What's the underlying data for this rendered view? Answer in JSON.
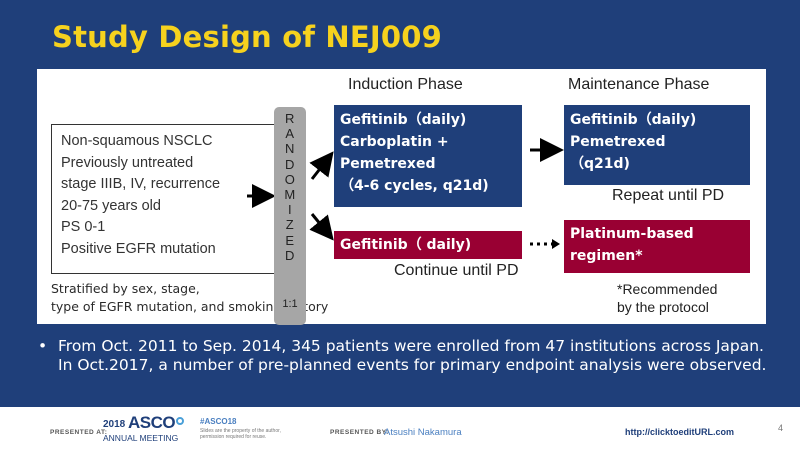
{
  "slide": {
    "title": "Study Design of NEJ009",
    "criteria": [
      "Non-squamous NSCLC",
      "Previously untreated",
      "stage IIIB, IV, recurrence",
      "20-75 years old",
      "PS 0-1",
      "Positive EGFR mutation"
    ],
    "stratification": "Stratified by sex, stage,\ntype of EGFR mutation, and smoking history",
    "randomized": {
      "letters": [
        "R",
        "A",
        "N",
        "D",
        "O",
        "M",
        "I",
        "Z",
        "E",
        "D"
      ],
      "ratio": "1:1"
    },
    "induction_phase_label": "Induction Phase",
    "maintenance_phase_label": "Maintenance Phase",
    "arm_a_induction": [
      "Gefitinib（daily)",
      "Carboplatin +",
      "Pemetrexed",
      "（4-6 cycles, q21d)"
    ],
    "arm_a_maintenance": [
      "Gefitinib（daily)",
      "Pemetrexed",
      "（q21d)"
    ],
    "repeat_until_pd": "Repeat until PD",
    "arm_b": "Gefitinib（ daily)",
    "continue_until_pd": "Continue until PD",
    "platinum": [
      "Platinum-based",
      "regimen*"
    ],
    "recommended_note": "*Recommended\nby the protocol",
    "bullet_marker": "•",
    "bullet": "From Oct. 2011 to Sep. 2014, 345 patients were enrolled from 47 institutions across Japan. In Oct.2017, a number of pre-planned events for primary endpoint analysis were observed."
  },
  "footer": {
    "presented_at": "PRESENTED AT:",
    "asco_year": "2018",
    "asco_name": "ASCO",
    "asco_subtitle": "ANNUAL MEETING",
    "hashtag": "#ASCO18",
    "slides_note": "Slides are the property of the author,\npermission required for reuse.",
    "presented_by": "PRESENTED BY:",
    "presenter": "Atsushi Nakamura",
    "url": "http://clicktoeditURL.com",
    "page_number": "4"
  },
  "colors": {
    "background": "#1f3f7a",
    "title": "#f6d21e",
    "arm_box_blue": "#1f3f7a",
    "arm_box_red": "#990033",
    "randomized_bar": "#a6a6a6"
  }
}
